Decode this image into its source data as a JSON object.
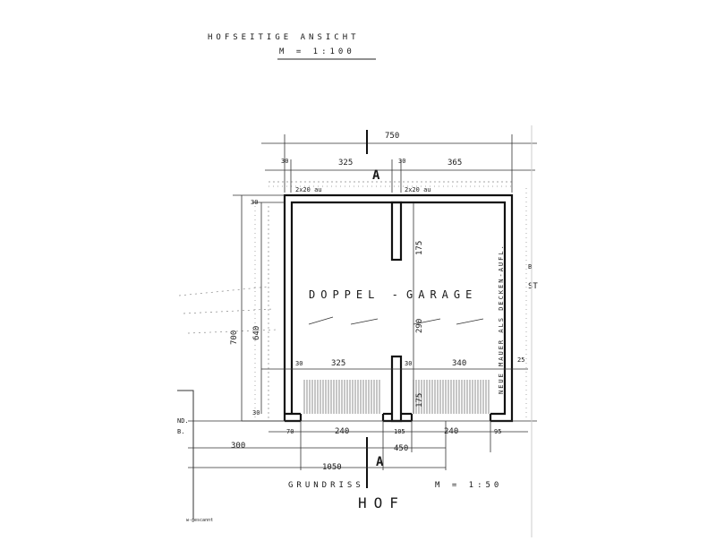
{
  "title": "HOFSEITIGE ANSICHT",
  "title_scale": "M = 1:100",
  "plan_label": "GRUNDRISS",
  "plan_scale": "M = 1:50",
  "courtyard_label": "HOF",
  "room_label_left": "DOPPEL -",
  "room_label_right": "GARAGE",
  "side_wall_note": "NEUE MAUER ALS DECKEN-AUFL.",
  "section_marker": "A",
  "right_margin_marks": [
    "B",
    "ST"
  ],
  "left_margin_marks": [
    "ND.",
    "B."
  ],
  "lintel_left": "2x20 au",
  "lintel_right": "2x20 au",
  "dims": {
    "total_top": "750",
    "top_30_left": "30",
    "top_325": "325",
    "top_30_mid": "30",
    "top_365": "365",
    "left_outer": "700",
    "left_inner": "640",
    "left_30_top": "30",
    "left_30_bottom": "30",
    "mid_175_top": "175",
    "mid_290": "290",
    "mid_175_bottom": "175",
    "mid_30_left": "30",
    "mid_325": "325",
    "mid_30_center": "30",
    "mid_340": "340",
    "mid_25_right": "25",
    "bottom_70": "70",
    "bottom_240_left": "240",
    "bottom_105": "105",
    "bottom_240_right": "240",
    "bottom_95": "95",
    "bottom_450": "450",
    "overall_300": "300",
    "overall_1050": "1050"
  },
  "footer_mark": "w-gescannt"
}
